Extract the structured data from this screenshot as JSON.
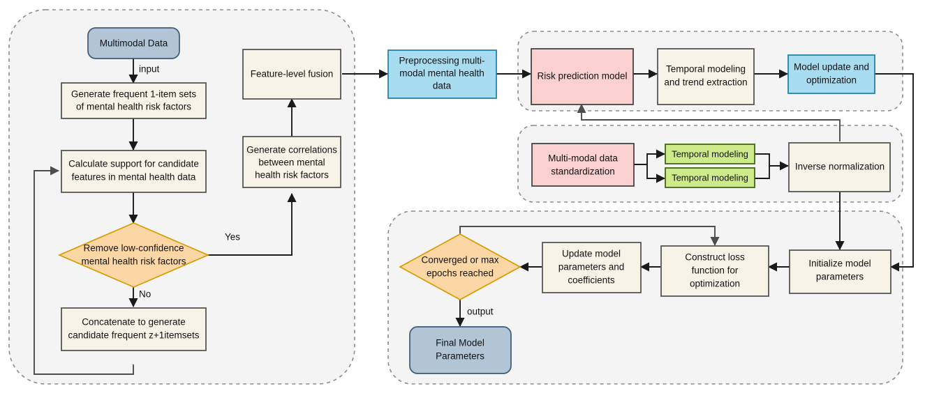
{
  "diagram": {
    "title": "Multimodal mental health risk prediction flowchart",
    "colors": {
      "cream": "#f7f3e7",
      "blue": "#a8dcf0",
      "pink": "#fad0d0",
      "green": "#cdeb8b",
      "steel": "#b1c5d6",
      "orange": "#fbd7a5",
      "group_fill": "#f4f4f4",
      "group_stroke": "#8c8c8c",
      "line": "#1a1a1a",
      "text": "#111111"
    },
    "groups": [
      {
        "id": "group-association-mining"
      },
      {
        "id": "group-risk-prediction"
      },
      {
        "id": "group-temporal-normalization"
      },
      {
        "id": "group-training-loop"
      }
    ],
    "nodes": {
      "multimodal_data": {
        "label": "Multimodal Data",
        "shape": "rounded",
        "color": "steel"
      },
      "generate_1item": {
        "label_lines": [
          "Generate frequent 1-item sets",
          "of mental health risk factors"
        ],
        "shape": "rect",
        "color": "cream"
      },
      "calculate_support": {
        "label_lines": [
          "Calculate support for candidate",
          "features in mental health data"
        ],
        "shape": "rect",
        "color": "cream"
      },
      "remove_low_confidence": {
        "label_lines": [
          "Remove low-confidence",
          "mental health risk factors"
        ],
        "shape": "diamond",
        "color": "orange"
      },
      "concatenate": {
        "label_lines": [
          "Concatenate to generate",
          "candidate frequent z+1itemsets"
        ],
        "shape": "rect",
        "color": "cream"
      },
      "generate_correlations": {
        "label_lines": [
          "Generate correlations",
          "between mental",
          "health risk factors"
        ],
        "shape": "rect",
        "color": "cream"
      },
      "feature_level_fusion": {
        "label_lines": [
          "Feature-level fusion"
        ],
        "shape": "rect",
        "color": "cream"
      },
      "preprocessing": {
        "label_lines": [
          "Preprocessing multi-",
          "modal mental health",
          "data"
        ],
        "shape": "rect",
        "color": "blue"
      },
      "risk_prediction_model": {
        "label_lines": [
          "Risk prediction model"
        ],
        "shape": "rect",
        "color": "pink"
      },
      "temporal_trend": {
        "label_lines": [
          "Temporal modeling",
          "and trend extraction"
        ],
        "shape": "rect",
        "color": "cream"
      },
      "model_update": {
        "label_lines": [
          "Model update and",
          "optimization"
        ],
        "shape": "rect",
        "color": "blue"
      },
      "multimodal_standardization": {
        "label_lines": [
          "Multi-modal data",
          "standardization"
        ],
        "shape": "rect",
        "color": "pink"
      },
      "temporal_modeling_a": {
        "label_lines": [
          "Temporal modeling"
        ],
        "shape": "rect",
        "color": "green"
      },
      "temporal_modeling_b": {
        "label_lines": [
          "Temporal modeling"
        ],
        "shape": "rect",
        "color": "green"
      },
      "inverse_normalization": {
        "label_lines": [
          "Inverse normalization"
        ],
        "shape": "rect",
        "color": "cream"
      },
      "initialize_params": {
        "label_lines": [
          "Initialize model",
          "parameters"
        ],
        "shape": "rect",
        "color": "cream"
      },
      "construct_loss": {
        "label_lines": [
          "Construct loss",
          "function for",
          "optimization"
        ],
        "shape": "rect",
        "color": "cream"
      },
      "update_params": {
        "label_lines": [
          "Update model",
          "parameters and",
          "coefficients"
        ],
        "shape": "rect",
        "color": "cream"
      },
      "converged": {
        "label_lines": [
          "Converged or max",
          "epochs reached"
        ],
        "shape": "diamond",
        "color": "orange"
      },
      "final_model_parameters": {
        "label_lines": [
          "Final Model",
          "Parameters"
        ],
        "shape": "rounded",
        "color": "steel"
      }
    },
    "edge_labels": {
      "input": "input",
      "yes": "Yes",
      "no": "No",
      "output": "output"
    }
  }
}
